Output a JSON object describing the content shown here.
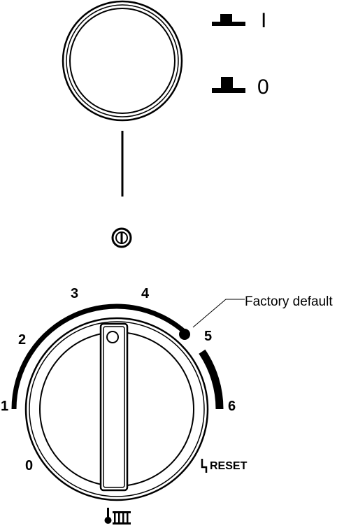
{
  "switch": {
    "on_symbol": "I",
    "off_symbol": "0"
  },
  "dial": {
    "scale_numbers": [
      "0",
      "1",
      "2",
      "3",
      "4",
      "5",
      "6"
    ],
    "reset_label": "RESET",
    "annotation": "Factory default",
    "icons": [
      "lightning-icon",
      "thermometer-radiator-icon",
      "power-symbol-icon",
      "button-raised-icon",
      "button-pressed-icon"
    ]
  }
}
